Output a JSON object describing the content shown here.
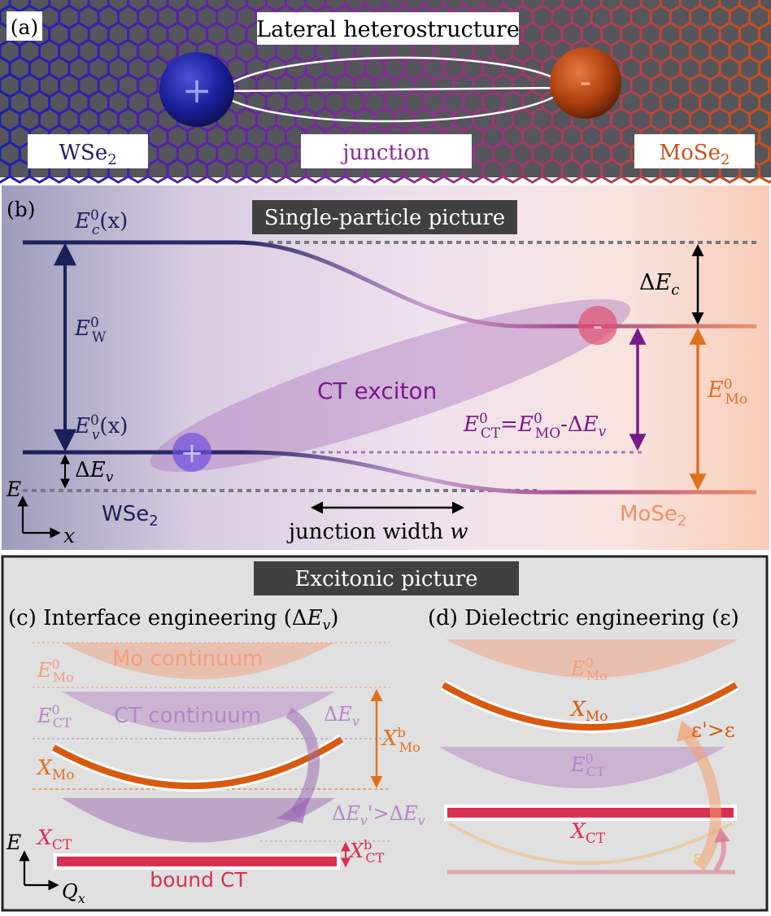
{
  "panel_a": {
    "tag": "(a)",
    "title": "Lateral heterostructure",
    "plus_sign": "+",
    "minus_sign": "-",
    "label_left_base": "WSe",
    "label_left_sub": "2",
    "label_mid": "junction",
    "label_right_base": "MoSe",
    "label_right_sub": "2",
    "colors": {
      "left": "#1f1fb0",
      "mid": "#8a2a9a",
      "right": "#c8501a"
    }
  },
  "panel_b": {
    "tag": "(b)",
    "title": "Single-particle picture",
    "ec_sym": "E",
    "ec_sub": "c",
    "ec_sup": "0",
    "ec_arg": "(x)",
    "ev_sym": "E",
    "ev_sub": "v",
    "ev_sup": "0",
    "ev_arg": "(x)",
    "ew_sym": "E",
    "ew_sub": "W",
    "ew_sup": "0",
    "dev_pre": "Δ",
    "dev_sym": "E",
    "dev_sub": "v",
    "dec_pre": "Δ",
    "dec_sym": "E",
    "dec_sub": "c",
    "emo_sym": "E",
    "emo_sub": "Mo",
    "emo_sup": "0",
    "ct_label": "CT exciton",
    "ect_sym": "E",
    "ect_sub": "CT",
    "ect_sup": "0",
    "ect_eq": "=",
    "emo2_sym": "E",
    "emo2_sub": "MO",
    "emo2_sup": "0",
    "ect_minus": "-Δ",
    "ect_e": "E",
    "ect_v": "v",
    "axis_y": "E",
    "axis_x": "x",
    "wse_base": "WSe",
    "wse_sub": "2",
    "mose_base": "MoSe",
    "mose_sub": "2",
    "junction_text": "junction width ",
    "junction_w": "w",
    "plus_sign": "+",
    "minus_sign": "-"
  },
  "panel_cd": {
    "title": "Excitonic picture",
    "c_title": "(c) Interface engineering (Δ",
    "c_title_e": "E",
    "c_title_v": "v",
    "c_title_end": ")",
    "d_title": "(d) Dielectric engineering (ε)",
    "c": {
      "emo_sym": "E",
      "emo_sub": "Mo",
      "emo_sup": "0",
      "mo_cont": "Mo continuum",
      "ect_sym": "E",
      "ect_sub": "CT",
      "ect_sup": "0",
      "ct_cont": "CT continuum",
      "dev_pre": "Δ",
      "dev_e": "E",
      "dev_v": "v",
      "xmo_b_sym": "X",
      "xmo_b_sub": "Mo",
      "xmo_b_sup": "b",
      "xmo_sym": "X",
      "xmo_sub": "Mo",
      "devp_pre": "Δ",
      "devp_e": "E",
      "devp_v": "v",
      "devp_prime": "'",
      "devp_gt": ">Δ",
      "devp_e2": "E",
      "devp_v2": "v",
      "xct_sym": "X",
      "xct_sub": "CT",
      "xct_b_sym": "X",
      "xct_b_sub": "CT",
      "xct_b_sup": "b",
      "bound_ct": "bound CT",
      "axis_y": "E",
      "axis_x": "Q",
      "axis_x_sub": "x"
    },
    "d": {
      "emo_sym": "E",
      "emo_sub": "Mo",
      "emo_sup": "0",
      "xmo_sym": "X",
      "xmo_sub": "Mo",
      "eps_prime": "ε'>ε",
      "ect_sym": "E",
      "ect_sub": "CT",
      "ect_sup": "0",
      "xct_sym": "X",
      "xct_sub": "CT",
      "eps": "ε"
    }
  },
  "palette": {
    "navy": "#1c1f5a",
    "purple": "#7a1a8a",
    "orange": "#e0701e",
    "red": "#d8304f",
    "light_orange": "#f0a080",
    "light_purple": "#b488c4"
  }
}
